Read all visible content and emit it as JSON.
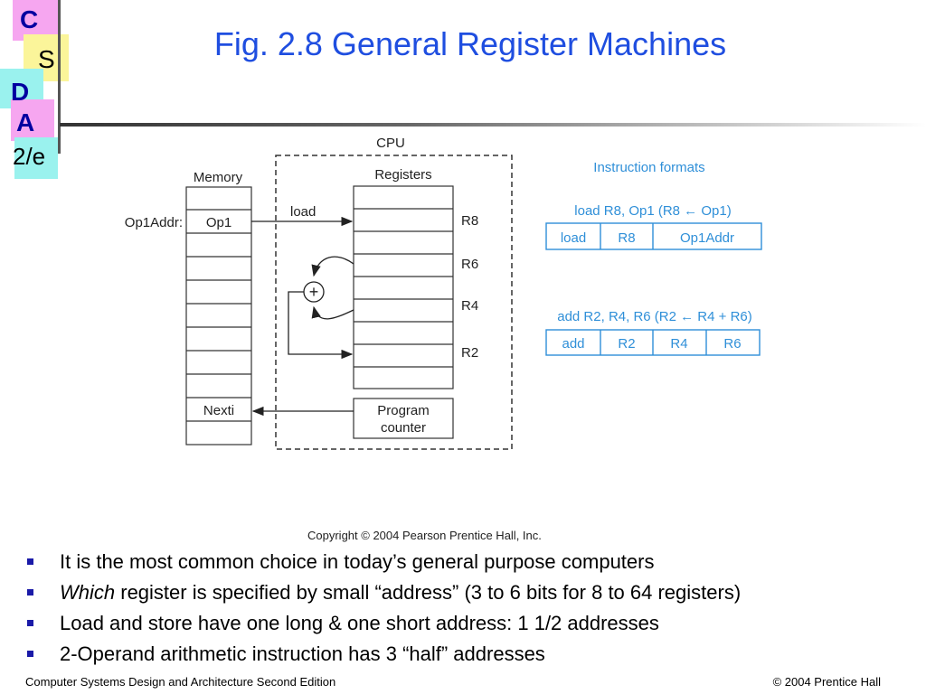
{
  "logo": {
    "letters": [
      "C",
      "S",
      "D",
      "A",
      "2/e"
    ],
    "colors": [
      "#f6a6f0",
      "#fbf59a",
      "#9af2ee",
      "#f6a6f0",
      "#9af2ee"
    ]
  },
  "title": "Fig. 2.8  General Register Machines",
  "diagram": {
    "cpu_label": "CPU",
    "memory_label": "Memory",
    "registers_label": "Registers",
    "op1addr_label": "Op1Addr:",
    "op1_cell": "Op1",
    "nexti_cell": "Nexti",
    "load_label": "load",
    "reg_labels": [
      "R8",
      "R6",
      "R4",
      "R2"
    ],
    "pc_line1": "Program",
    "pc_line2": "counter",
    "plus_symbol": "+",
    "formats_title": "Instruction formats",
    "fmt1_caption": "load R8, Op1 (R8 ← Op1)",
    "fmt1_fields": [
      "load",
      "R8",
      "Op1Addr"
    ],
    "fmt2_caption": "add R2, R4, R6 (R2 ← R4 + R6)",
    "fmt2_fields": [
      "add",
      "R2",
      "R4",
      "R6"
    ],
    "accent_color": "#2f8fd8"
  },
  "copyright": "Copyright © 2004 Pearson Prentice Hall, Inc.",
  "bullets": [
    {
      "italic": "",
      "text": "It is the most common choice in today’s general purpose computers"
    },
    {
      "italic": "Which",
      "text": " register is specified by small “address” (3 to 6 bits for 8 to 64 registers)"
    },
    {
      "italic": "",
      "text": "Load and store have one long & one short address: 1 1/2 addresses"
    },
    {
      "italic": "",
      "text": "2-Operand arithmetic instruction has 3 “half” addresses"
    }
  ],
  "footer": {
    "left": "Computer Systems Design and Architecture Second Edition",
    "right": "© 2004 Prentice Hall"
  }
}
